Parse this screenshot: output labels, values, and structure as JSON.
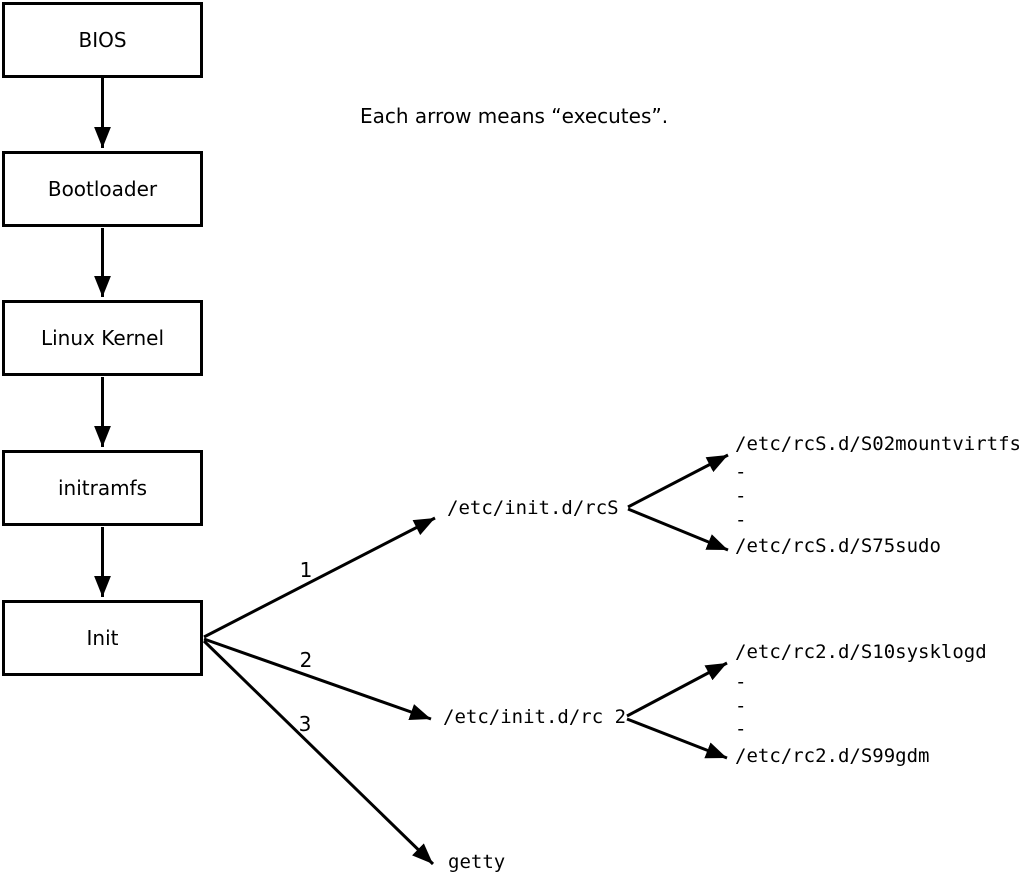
{
  "note": "Each arrow means “executes”.",
  "colors": {
    "line": "#000000",
    "background": "#ffffff",
    "text": "#000000"
  },
  "chain": [
    {
      "label": "BIOS"
    },
    {
      "label": "Bootloader"
    },
    {
      "label": "Linux Kernel"
    },
    {
      "label": "initramfs"
    },
    {
      "label": "Init"
    }
  ],
  "branches": [
    {
      "number": "1",
      "target": "/etc/init.d/rcS"
    },
    {
      "number": "2",
      "target": "/etc/init.d/rc 2"
    },
    {
      "number": "3",
      "target": "getty"
    }
  ],
  "rcs_group": {
    "first": "/etc/rcS.d/S02mountvirtfs",
    "dashes": [
      "-",
      "-",
      "-"
    ],
    "last": "/etc/rcS.d/S75sudo"
  },
  "rc2_group": {
    "first": "/etc/rc2.d/S10sysklogd",
    "dashes": [
      "-",
      "-",
      "-"
    ],
    "last": "/etc/rc2.d/S99gdm"
  }
}
